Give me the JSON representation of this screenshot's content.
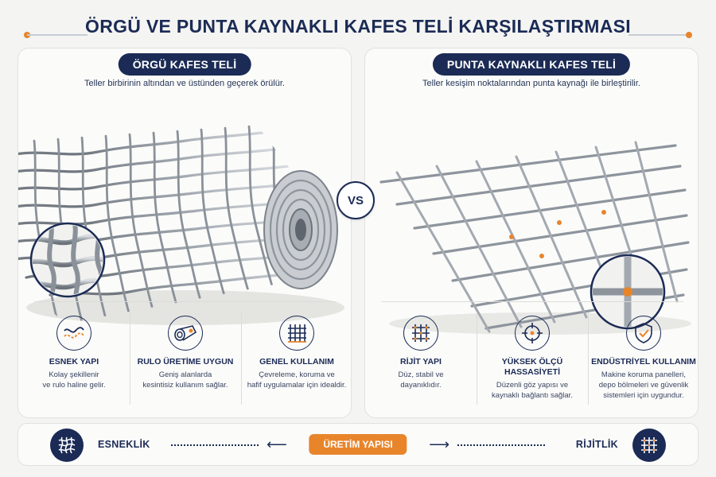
{
  "title": "ÖRGÜ VE PUNTA KAYNAKLI KAFES TELİ KARŞILAŞTIRMASI",
  "left": {
    "heading": "ÖRGÜ KAFES TELİ",
    "subtitle": "Teller birbirinin altından ve üstünden geçerek örülür.",
    "features": [
      {
        "icon": "wave-icon",
        "title": "ESNEK YAPI",
        "desc": [
          "Kolay şekillenir",
          "ve rulo haline gelir."
        ]
      },
      {
        "icon": "roll-icon",
        "title": "RULO ÜRETİME UYGUN",
        "desc": [
          "Geniş alanlarda",
          "kesintisiz kullanım sağlar."
        ]
      },
      {
        "icon": "fence-icon",
        "title": "GENEL KULLANIM",
        "desc": [
          "Çevreleme, koruma ve",
          "hafif uygulamalar için idealdir."
        ]
      }
    ]
  },
  "vs": "VS",
  "right": {
    "heading": "PUNTA KAYNAKLI KAFES TELİ",
    "subtitle": "Teller kesişim noktalarından punta kaynağı ile birleştirilir.",
    "features": [
      {
        "icon": "grid-icon",
        "title": "RİJİT YAPI",
        "desc": [
          "Düz, stabil ve",
          "dayanıklıdır."
        ]
      },
      {
        "icon": "crosshair-icon",
        "title": [
          "YÜKSEK ÖLÇÜ",
          "HASSASİYETİ"
        ],
        "desc": [
          "Düzenli göz yapısı ve",
          "kaynaklı bağlantı sağlar."
        ]
      },
      {
        "icon": "shield-check-icon",
        "title": "ENDÜSTRİYEL KULLANIM",
        "desc": [
          "Makine koruma panelleri,",
          "depo bölmeleri ve güvenlik",
          "sistemleri için uygundur."
        ]
      }
    ]
  },
  "bottom": {
    "left_label": "ESNEKLİK",
    "center_label": "ÜRETİM YAPISI",
    "right_label": "RİJİTLİK"
  },
  "colors": {
    "navy": "#1b2b55",
    "orange": "#e8852b",
    "steel": "#9aa1a9"
  }
}
